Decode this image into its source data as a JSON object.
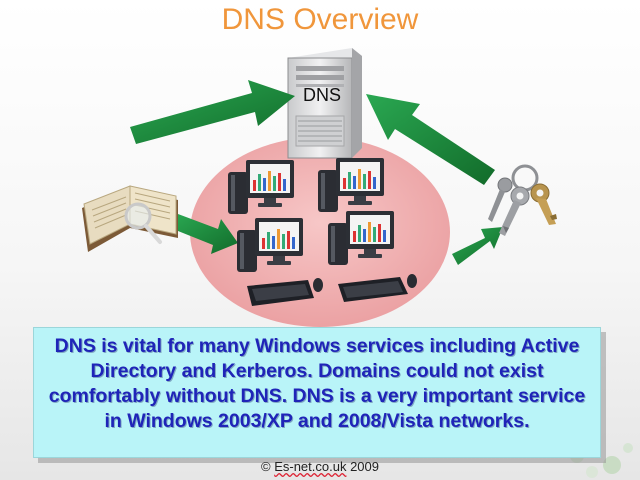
{
  "slide": {
    "title": "DNS Overview",
    "server_label": "DNS",
    "callout_text": "DNS is vital for many Windows services including Active Directory and Kerberos. Domains could not exist comfortably without DNS. DNS is a very important service in Windows 2003/XP and 2008/Vista networks.",
    "footer_prefix": "© ",
    "footer_site": "Es-net.co.uk",
    "footer_year": " 2009"
  },
  "colors": {
    "title": "#f0963b",
    "callout_bg": "#b9f4f8",
    "callout_text": "#1f24b8",
    "arrow": "#1b8f3d",
    "network_circle": "#f0b2b2"
  },
  "icons": [
    "server-icon",
    "book-icon",
    "magnifier-icon",
    "keys-icon",
    "workstation-icon",
    "keyboard-icon",
    "mouse-icon"
  ]
}
